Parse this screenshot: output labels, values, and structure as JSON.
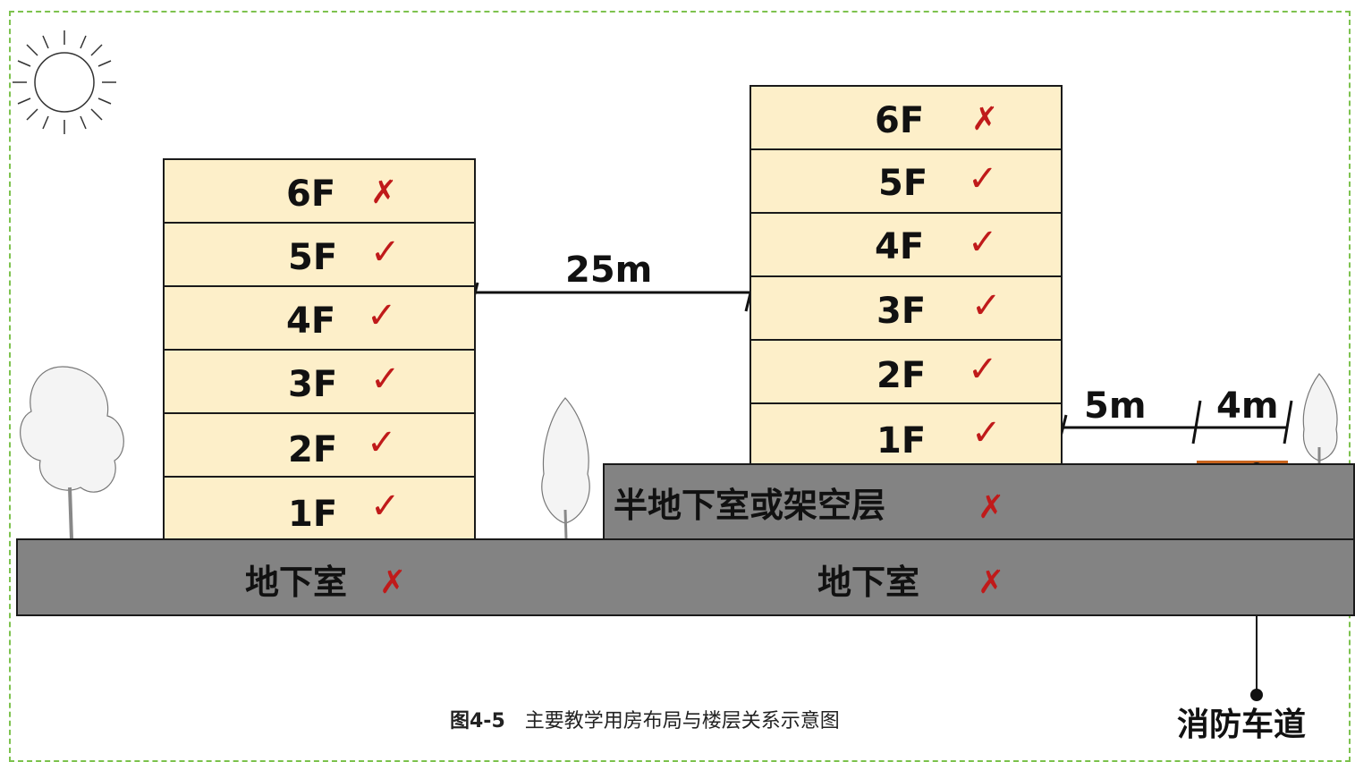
{
  "left_building": {
    "floors": [
      {
        "label": "6F",
        "status": "cross"
      },
      {
        "label": "5F",
        "status": "check"
      },
      {
        "label": "4F",
        "status": "check"
      },
      {
        "label": "3F",
        "status": "check"
      },
      {
        "label": "2F",
        "status": "check"
      },
      {
        "label": "1F",
        "status": "check"
      }
    ]
  },
  "right_building": {
    "floors": [
      {
        "label": "6F",
        "status": "cross"
      },
      {
        "label": "5F",
        "status": "check"
      },
      {
        "label": "4F",
        "status": "check"
      },
      {
        "label": "3F",
        "status": "check"
      },
      {
        "label": "2F",
        "status": "check"
      },
      {
        "label": "1F",
        "status": "check"
      }
    ]
  },
  "ground": {
    "semi_basement_label": "半地下室或架空层",
    "basement_left_label": "地下室",
    "basement_right_label": "地下室"
  },
  "dimensions": {
    "spacing": "25m",
    "setback": "5m",
    "lane_width": "4m"
  },
  "fire_lane_label": "消防车道",
  "caption": {
    "number": "图4-5",
    "text": "主要教学用房布局与楼层关系示意图"
  },
  "colors": {
    "floor_fill": "#fdefc9",
    "ground_fill": "#838383",
    "mark_red": "#c01a1a",
    "fire_lane": "#c8641e",
    "border_green": "#7dc24e"
  },
  "symbols": {
    "check": "✓",
    "cross": "✗"
  }
}
